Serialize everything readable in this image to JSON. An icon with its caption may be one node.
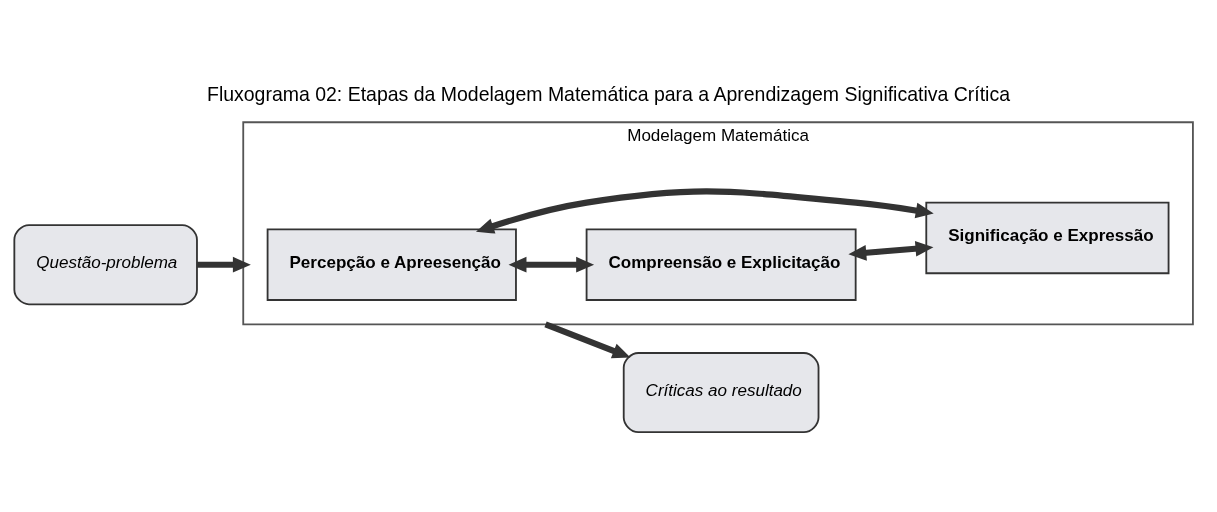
{
  "diagram": {
    "title": "Fluxograma 02: Etapas da Modelagem Matemática para a Aprendizagem Significativa Crítica",
    "nodes": [
      {
        "text": [
          "Questão-problema"
        ]
      },
      {
        "text": [
          "Modelagem Matemática"
        ]
      },
      {
        "text": [
          "Percepção e Apreesenção"
        ],
        "in": 1
      },
      {
        "text": [
          "Compreensão e Explicitação"
        ],
        "in": 1
      },
      {
        "text": [
          "Significação e Expressão"
        ],
        "in": 1
      },
      {
        "text": [
          "Críticas ao resultado"
        ]
      }
    ],
    "edges": [
      {
        "from": 0,
        "to": 1,
        "arrow": "to"
      },
      {
        "from": 2,
        "to": 4,
        "arrow": "both"
      },
      {
        "from": 2,
        "to": 3,
        "arrow": "both"
      },
      {
        "from": 3,
        "to": 4,
        "arrow": "both"
      },
      {
        "from": 1,
        "to": 5,
        "arrow": "to"
      }
    ]
  }
}
